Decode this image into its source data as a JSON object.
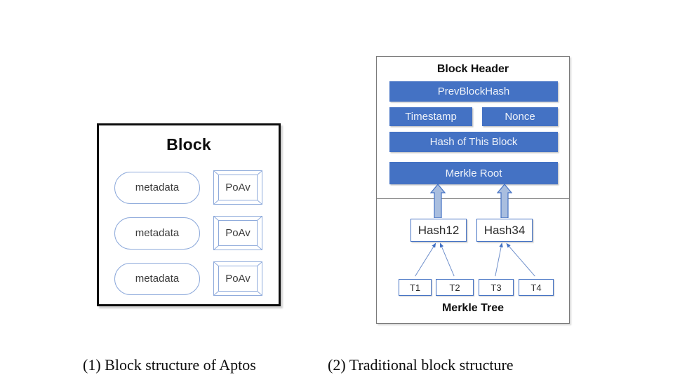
{
  "figure": {
    "background_color": "#ffffff",
    "accent_blue": "#4472C4",
    "light_blue_border": "#8EAADB",
    "arrow_fill": "#A9BEDF",
    "frame_black": "#0d0d0d",
    "frame_gray": "#7a7a7a"
  },
  "left_panel": {
    "title": "Block",
    "rows": [
      {
        "metadata_label": "metadata",
        "poav_label": "PoAv"
      },
      {
        "metadata_label": "metadata",
        "poav_label": "PoAv"
      },
      {
        "metadata_label": "metadata",
        "poav_label": "PoAv"
      }
    ]
  },
  "right_panel": {
    "header_title": "Block Header",
    "merkle_label": "Merkle Tree",
    "header_fields": [
      {
        "label": "PrevBlockHash"
      },
      {
        "label": "Timestamp"
      },
      {
        "label": "Nonce"
      },
      {
        "label": "Hash of This Block"
      },
      {
        "label": "Merkle Root"
      }
    ],
    "hash_nodes": [
      {
        "label": "Hash12"
      },
      {
        "label": "Hash34"
      }
    ],
    "tx_nodes": [
      {
        "label": "T1"
      },
      {
        "label": "T2"
      },
      {
        "label": "T3"
      },
      {
        "label": "T4"
      }
    ]
  },
  "captions": {
    "left": "(1) Block structure of Aptos",
    "right": "(2) Traditional block structure"
  }
}
